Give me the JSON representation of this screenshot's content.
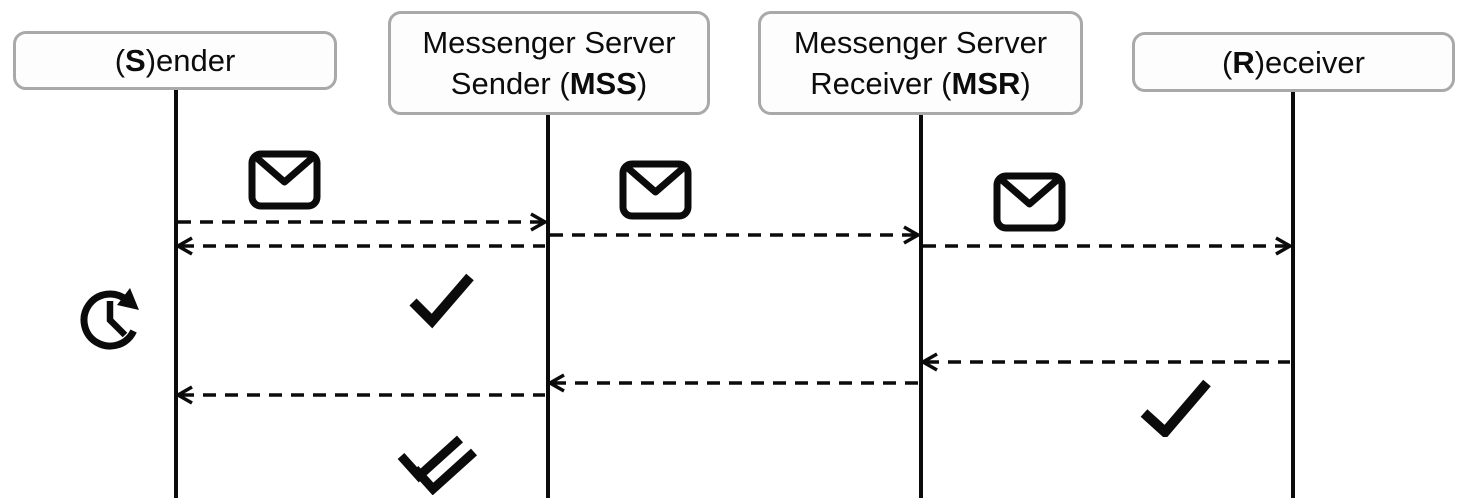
{
  "diagram": {
    "type": "sequence-diagram",
    "colors": {
      "background": "#ffffff",
      "line": "#0b0b0b",
      "box_border": "#a9a9a9",
      "box_fill": "#fdfdfd",
      "text": "#0c0c0c"
    },
    "actors": [
      {
        "id": "sender",
        "lines": [
          {
            "pre": "(",
            "bold": "S",
            "post": ")ender"
          }
        ]
      },
      {
        "id": "mss",
        "lines": [
          {
            "pre": "Messenger Server",
            "bold": "",
            "post": ""
          },
          {
            "pre": "Sender (",
            "bold": "MSS",
            "post": ")"
          }
        ]
      },
      {
        "id": "msr",
        "lines": [
          {
            "pre": "Messenger Server",
            "bold": "",
            "post": ""
          },
          {
            "pre": "Receiver (",
            "bold": "MSR",
            "post": ")"
          }
        ]
      },
      {
        "id": "receiver",
        "lines": [
          {
            "pre": "(",
            "bold": "R",
            "post": ")eceiver"
          }
        ]
      }
    ],
    "arrows": [
      {
        "from": "sender",
        "to": "mss",
        "style": "dashed",
        "row": 1
      },
      {
        "from": "mss",
        "to": "msr",
        "style": "dashed",
        "row": 1
      },
      {
        "from": "msr",
        "to": "receiver",
        "style": "dashed",
        "row": 1
      },
      {
        "from": "mss",
        "to": "sender",
        "style": "dashed",
        "row": 1
      },
      {
        "from": "receiver",
        "to": "msr",
        "style": "dashed",
        "row": 2
      },
      {
        "from": "msr",
        "to": "mss",
        "style": "dashed",
        "row": 2
      },
      {
        "from": "mss",
        "to": "sender",
        "style": "dashed",
        "row": 2
      }
    ],
    "icons": [
      {
        "name": "envelope-icon",
        "between": "sender-mss"
      },
      {
        "name": "envelope-icon",
        "between": "mss-msr"
      },
      {
        "name": "envelope-icon",
        "between": "msr-receiver"
      },
      {
        "name": "clock-retry-icon",
        "near": "sender"
      },
      {
        "name": "single-check-icon",
        "near": "mss"
      },
      {
        "name": "single-check-icon",
        "near": "receiver"
      },
      {
        "name": "double-check-icon",
        "near": "mss"
      }
    ]
  }
}
